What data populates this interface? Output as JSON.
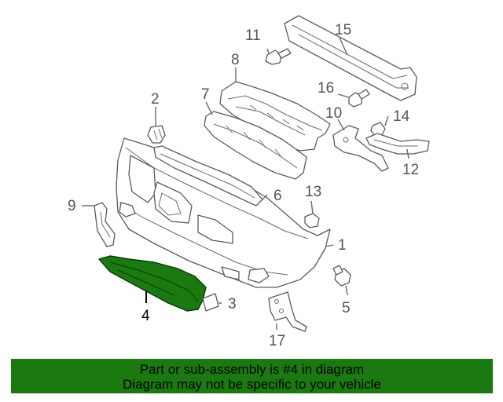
{
  "callouts": [
    {
      "id": "1",
      "label": "1"
    },
    {
      "id": "2",
      "label": "2"
    },
    {
      "id": "3",
      "label": "3"
    },
    {
      "id": "4",
      "label": "4"
    },
    {
      "id": "5",
      "label": "5"
    },
    {
      "id": "6",
      "label": "6"
    },
    {
      "id": "7",
      "label": "7"
    },
    {
      "id": "8",
      "label": "8"
    },
    {
      "id": "9",
      "label": "9"
    },
    {
      "id": "10",
      "label": "10"
    },
    {
      "id": "11",
      "label": "11"
    },
    {
      "id": "12",
      "label": "12"
    },
    {
      "id": "13",
      "label": "13"
    },
    {
      "id": "14",
      "label": "14"
    },
    {
      "id": "15",
      "label": "15"
    },
    {
      "id": "16",
      "label": "16"
    },
    {
      "id": "17",
      "label": "17"
    }
  ],
  "highlighted_part": "4",
  "colors": {
    "highlight_fill": "#1a7a0f",
    "banner_bg": "#1a7a0f",
    "line": "#5a5a5a"
  },
  "banner": {
    "line1": "Part or sub-assembly is #4 in diagram",
    "line2": "Diagram may not be specific to your vehicle"
  }
}
